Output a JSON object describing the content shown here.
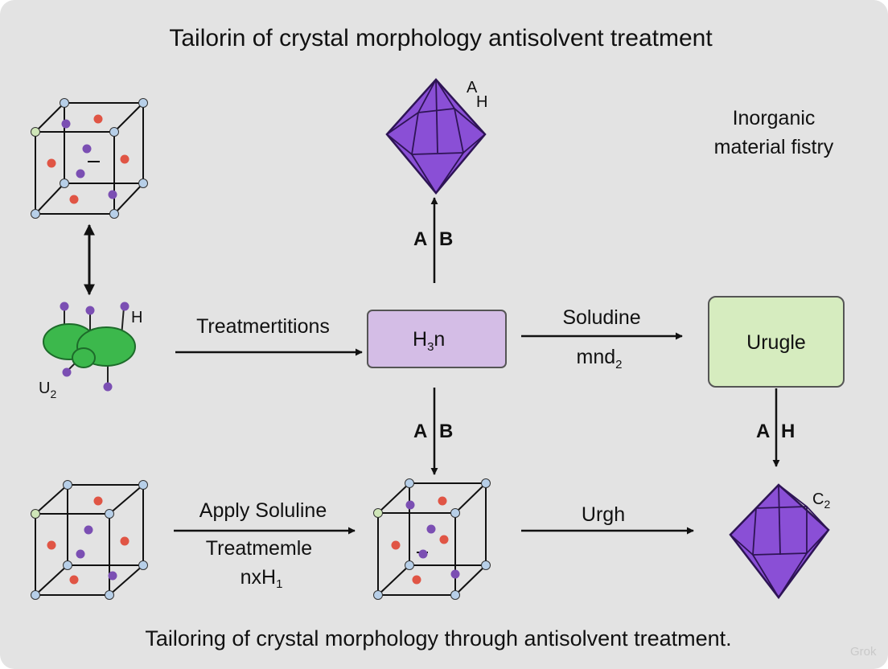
{
  "title": "Tailorin of crystal morphology antisolvent treatment",
  "caption": "Tailoring of crystal morphology through antisolvent treatment.",
  "watermark": "Grok",
  "labels": {
    "top_right": [
      "Inorganic",
      "material fistry"
    ],
    "crystal_top_letter_a": "A",
    "crystal_top_letter_h": "H",
    "crystal_right_c": "C",
    "crystal_right_sub": "2",
    "arrow_up_label_a": "A",
    "arrow_up_label_b": "B",
    "arrow_down_label_a": "A",
    "arrow_down_label_b": "B",
    "arrow_right_box_label_a": "A",
    "arrow_right_box_label_h": "H",
    "molecule_h": "H",
    "molecule_u": "U",
    "molecule_u_sub": "2",
    "arrow_treatment": "Treatmertitions",
    "arrow_soludine": "Soludine",
    "arrow_soludine_sub_main": "mnd",
    "arrow_soludine_sub_sub": "2",
    "arrow_apply_1": "Apply Soluline",
    "arrow_apply_2": "Treatmemle",
    "arrow_apply_3_main": "nxH",
    "arrow_apply_3_sub": "1",
    "arrow_urgh": "Urgh"
  },
  "boxes": {
    "center_main": "H",
    "center_sub": "3",
    "center_tail": "n",
    "right": "Urugle"
  },
  "colors": {
    "background": "#e3e3e3",
    "center_box": "#d4bde6",
    "right_box": "#d6ecbf",
    "crystal": "#8a4fd6",
    "crystal_dark": "#4a2480",
    "atom_red": "#e05545",
    "atom_purple": "#7b4fb3",
    "atom_blue": "#b7cfe8",
    "atom_green": "#cfe6b8",
    "molecule_green": "#3cb84c"
  }
}
